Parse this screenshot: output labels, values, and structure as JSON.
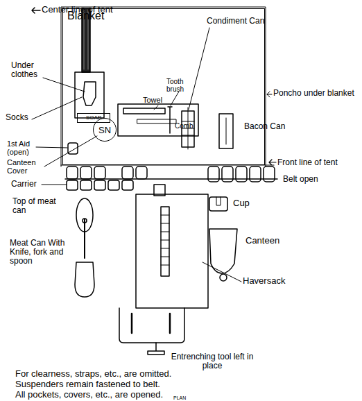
{
  "diagram": {
    "nodes": [
      {
        "text": [
          "Blanket"
        ]
      },
      {
        "text": [
          "SOAP"
        ],
        "in": 0
      },
      {
        "text": [
          "SN"
        ]
      }
    ],
    "labels": [
      "Center line of tent",
      "Under clothes",
      "Socks",
      "1st Aid (open)",
      "Canteen Cover",
      "Carrier",
      "Top of meat can",
      "Meat Can With Knife, fork and spoon",
      "Condiment Can",
      "Tooth brush",
      "Towel",
      "Comb",
      "Poncho under blanket",
      "Bacon Can",
      "Front line of tent",
      "Belt open",
      "Cup",
      "Canteen",
      "Haversack",
      "Entrenching tool left in place",
      "For clearness, straps, etc., are omitted.",
      "Suspenders remain fastened to belt.",
      "All pockets, covers, etc., are opened.",
      "PLAN"
    ]
  }
}
